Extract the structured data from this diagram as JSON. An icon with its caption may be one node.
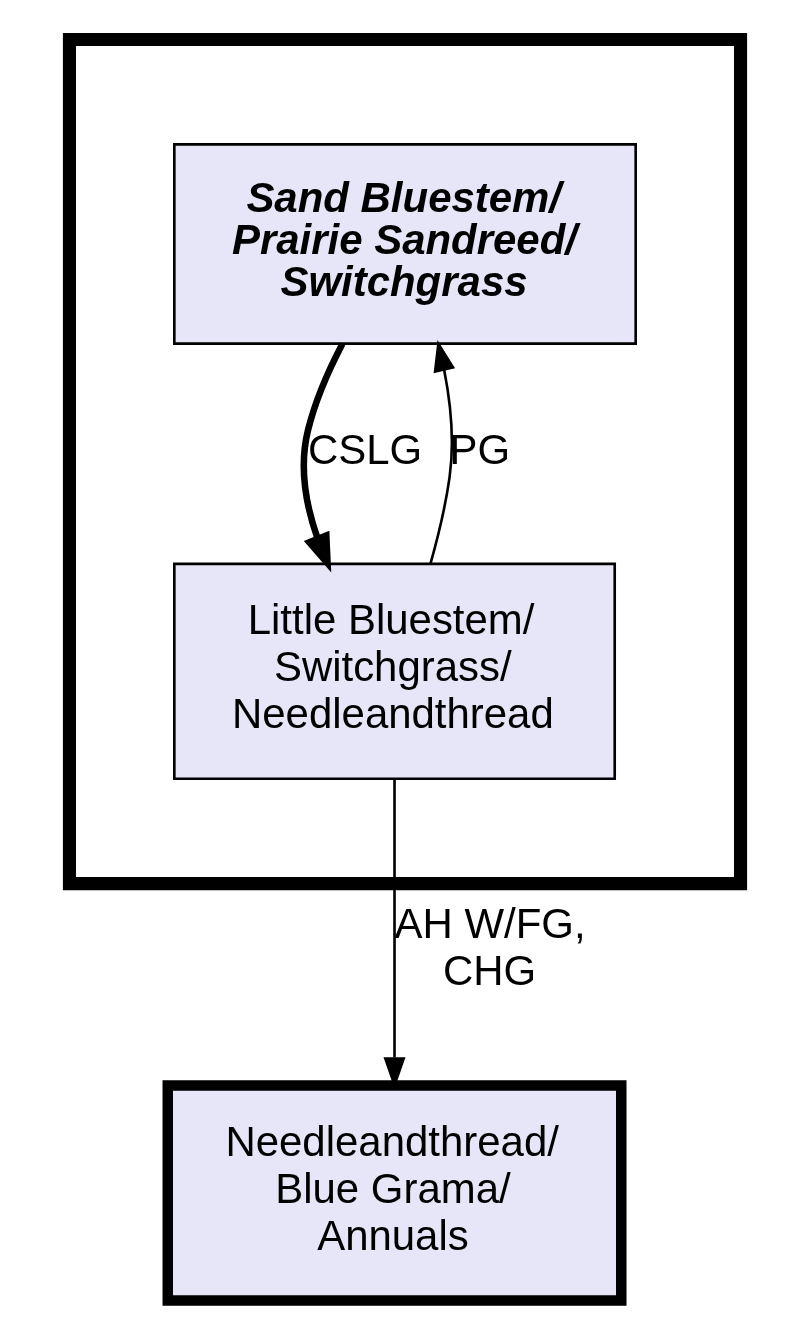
{
  "diagram": {
    "nodes": [
      {
        "text": [],
        "shape": "box"
      },
      {
        "text": [
          "Sand Bluestem/ Prairie Sandreed/ Switchgrass"
        ],
        "in": 0
      },
      {
        "text": [
          "Little Bluestem/ Switchgrass/ Needleandthread"
        ],
        "in": 0
      },
      {
        "text": [
          "Needleandthread/ Blue Grama/ Annuals"
        ]
      }
    ],
    "edges": [
      {
        "from": 2,
        "to": 1,
        "arrow": "to",
        "label": "PG"
      },
      {
        "from": 1,
        "to": 2,
        "arrow": "to",
        "label": "CSLG",
        "style": "thick"
      },
      {
        "from": 2,
        "to": 3,
        "arrow": "to",
        "label": "AH W/FG, CHG"
      }
    ]
  }
}
